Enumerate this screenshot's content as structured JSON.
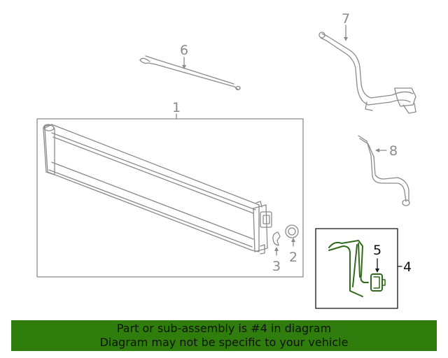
{
  "callouts": {
    "c1": "1",
    "c2": "2",
    "c3": "3",
    "c4": "4",
    "c5": "5",
    "c6": "6",
    "c7": "7",
    "c8": "8"
  },
  "banner": {
    "line1": "Part or sub-assembly is #4 in diagram",
    "line2": "Diagram may not be specific to your vehicle",
    "color": "#2f7d0c"
  },
  "colors": {
    "line_art": "#8a8a8a",
    "highlight_part": "#2f6b1a",
    "highlight_box": "#111111"
  }
}
